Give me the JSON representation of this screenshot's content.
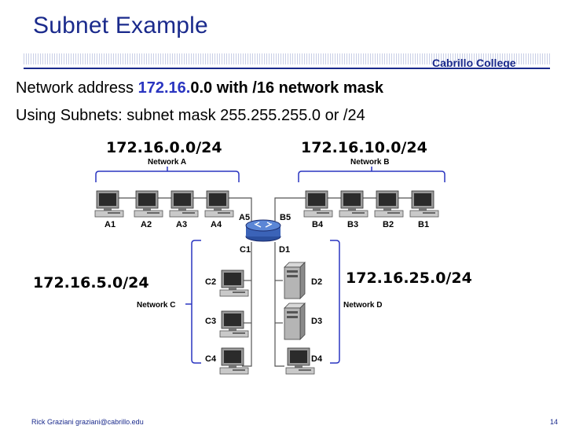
{
  "slide": {
    "title": "Subnet Example",
    "brand": "Cabrillo College",
    "line1": {
      "prefix": "Network address ",
      "highlight": "172.16.",
      "rest_bold": "0.0 with /16 network mask"
    },
    "line2": "Using Subnets: subnet mask 255.255.255.0 or /24",
    "footer_left": "Rick Graziani  graziani@cabrillo.edu",
    "page_number": "14"
  },
  "networks": {
    "a": {
      "address": "172.16.0.0/24",
      "name": "Network A",
      "hosts": [
        "A1",
        "A2",
        "A3",
        "A4"
      ],
      "router_port": "A5"
    },
    "b": {
      "address": "172.16.10.0/24",
      "name": "Network B",
      "hosts": [
        "B4",
        "B3",
        "B2",
        "B1"
      ],
      "router_port": "B5"
    },
    "c": {
      "address": "172.16.5.0/24",
      "name": "Network C",
      "hosts": [
        "C2",
        "C3",
        "C4"
      ],
      "router_port": "C1"
    },
    "d": {
      "address": "172.16.25.0/24",
      "name": "Network D",
      "hosts": [
        "D2",
        "D3",
        "D4"
      ],
      "router_port": "D1"
    }
  },
  "colors": {
    "title": "#1a2a8c",
    "highlight": "#2a35c0"
  }
}
